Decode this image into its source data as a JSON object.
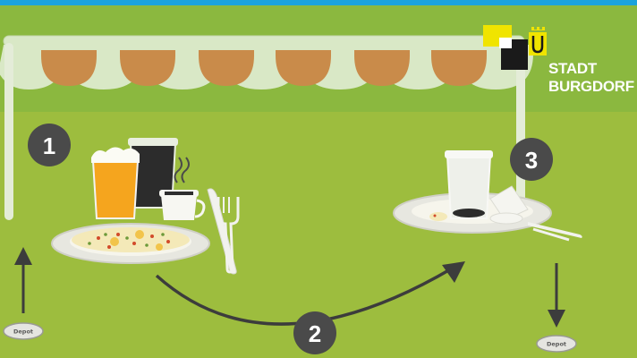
{
  "logo": {
    "line1": "STADT",
    "line2": "BURGDORF"
  },
  "steps": [
    {
      "number": "1"
    },
    {
      "number": "2"
    },
    {
      "number": "3"
    }
  ],
  "deposit_tokens": [
    {
      "label": "Depot"
    },
    {
      "label": "Depot"
    }
  ],
  "colors": {
    "background_top": "#8bb83f",
    "background_bottom": "#9dbd3e",
    "top_bar": "#1ba3dc",
    "scallop_brown": "#c98b4a",
    "step_badge": "#4a4a4a",
    "logo_yellow": "#f0e400"
  },
  "icons": [
    "awning",
    "beer-glass",
    "cup",
    "coffee-cup",
    "food-plate",
    "fork",
    "knife",
    "empty-cup",
    "empty-plate",
    "arrow-up",
    "arrow-down",
    "curved-arrow",
    "coin"
  ]
}
